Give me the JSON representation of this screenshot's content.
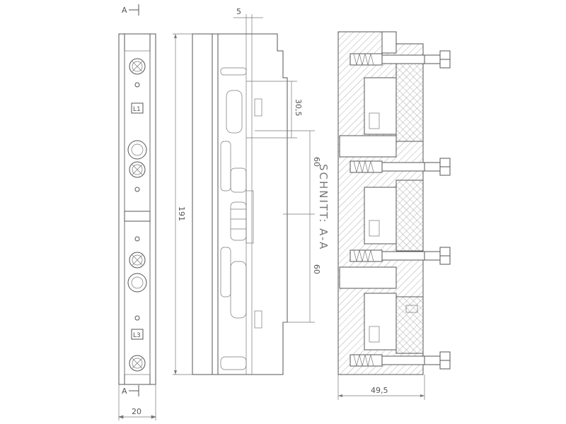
{
  "section_markers": {
    "top": "A",
    "bottom": "A"
  },
  "labels": {
    "l1": "L1",
    "l3": "L3",
    "section_title": "SCHNITT: A-A"
  },
  "dimensions": {
    "height": "191",
    "width_front": "20",
    "offset": "5",
    "pitch_small": "30,5",
    "pitch_upper": "60",
    "pitch_lower": "60",
    "depth": "49,5"
  }
}
